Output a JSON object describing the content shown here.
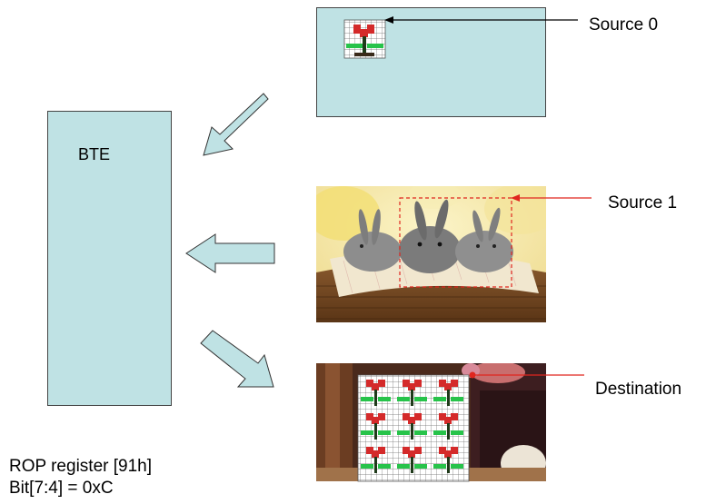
{
  "labels": {
    "bte": "BTE",
    "source0": "Source 0",
    "source1": "Source 1",
    "destination": "Destination",
    "rop_line1": "ROP register [91h]",
    "rop_line2": "Bit[7:4] = 0xC"
  },
  "colors": {
    "box_fill": "#bfe2e4",
    "arrow_fill": "#bfe2e4",
    "leader_black": "#000000",
    "leader_red": "#e0261f",
    "pattern_red": "#d42a2a",
    "pattern_green": "#27c34a",
    "pattern_stem": "#1f3a1a"
  },
  "images": {
    "source1_photo": "rabbits-in-basket-photo",
    "destination_photo": "room-scene-photo"
  }
}
